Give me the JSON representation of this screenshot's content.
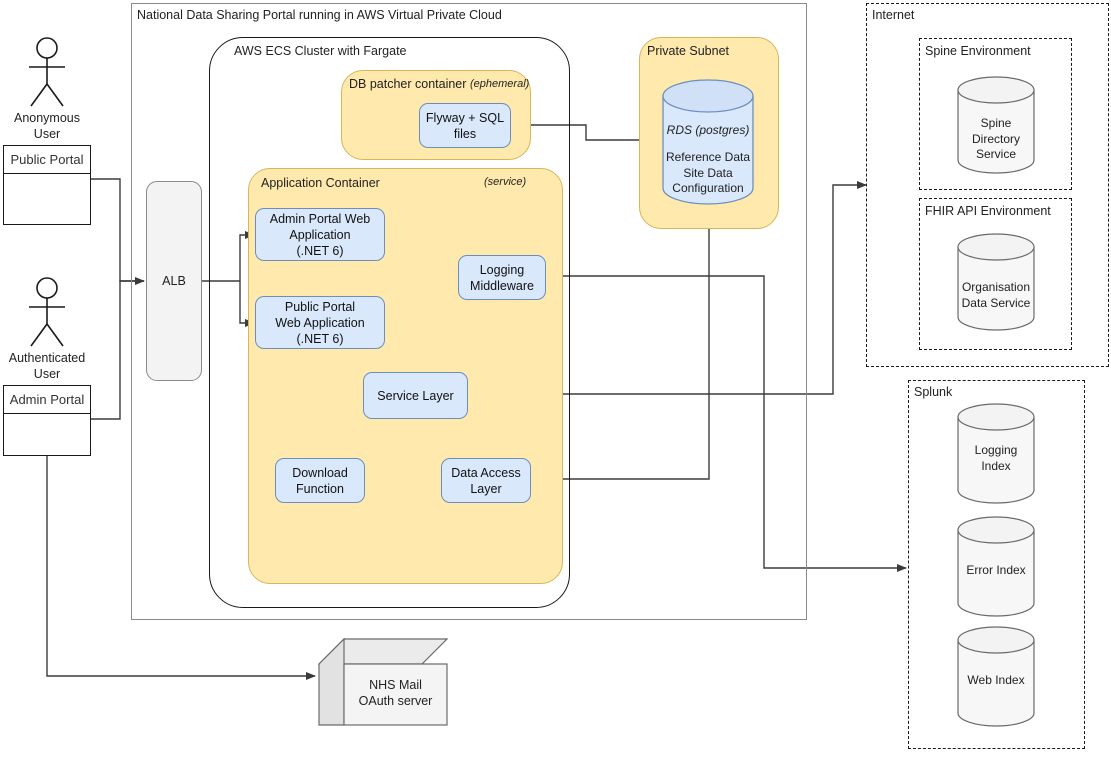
{
  "diagram": {
    "title": "National Data Sharing Portal running in AWS Virtual Private Cloud",
    "colors": {
      "blue_fill": "#dae8fc",
      "blue_stroke": "#6c8ebf",
      "yellow_fill": "#ffe9ad",
      "yellow_stroke": "#d6b656",
      "gray_fill": "#f3f3f3",
      "gray_stroke": "#8a8a8a",
      "edge_stroke": "#3b3b3b"
    }
  },
  "actors": {
    "anonymous": {
      "label_line1": "Anonymous",
      "label_line2": "User"
    },
    "authenticated": {
      "label_line1": "Authenticated",
      "label_line2": "User"
    }
  },
  "portals": {
    "public": {
      "title": "Public Portal"
    },
    "admin": {
      "title": "Admin Portal"
    }
  },
  "alb": {
    "label": "ALB"
  },
  "vpc": {
    "title": "National Data Sharing Portal running in AWS Virtual Private Cloud"
  },
  "ecs_cluster": {
    "title": "AWS ECS Cluster with Fargate"
  },
  "db_patcher": {
    "title": "DB patcher container",
    "tag": "(ephemeral)",
    "node": {
      "line1": "Flyway + SQL",
      "line2": "files"
    }
  },
  "application_container": {
    "title": "Application Container",
    "tag": "(service)",
    "nodes": {
      "admin_web": {
        "line1": "Admin Portal Web",
        "line2": "Application",
        "line3": "(.NET 6)"
      },
      "public_web": {
        "line1": "Public Portal",
        "line2": "Web Application",
        "line3": "(.NET 6)"
      },
      "logging_middleware": {
        "line1": "Logging",
        "line2": "Middleware"
      },
      "service_layer": {
        "line1": "Service Layer"
      },
      "download_function": {
        "line1": "Download",
        "line2": "Function"
      },
      "data_access_layer": {
        "line1": "Data Access",
        "line2": "Layer"
      }
    }
  },
  "private_subnet": {
    "title": "Private Subnet",
    "rds": {
      "title": "RDS (postgres)",
      "line1": "Reference Data",
      "line2": "Site Data",
      "line3": "Configuration"
    }
  },
  "internet": {
    "title": "Internet",
    "spine_environment": {
      "title": "Spine Environment",
      "store": {
        "line1": "Spine",
        "line2": "Directory",
        "line3": "Service"
      }
    },
    "fhir_environment": {
      "title": "FHIR API Environment",
      "store": {
        "line1": "Organisation",
        "line2": "Data Service"
      }
    }
  },
  "splunk": {
    "title": "Splunk",
    "indexes": [
      {
        "line1": "Logging",
        "line2": "Index"
      },
      {
        "line1": "Error Index",
        "line2": ""
      },
      {
        "line1": "Web Index",
        "line2": ""
      }
    ]
  },
  "nhs_mail": {
    "line1": "NHS Mail",
    "line2": "OAuth server"
  }
}
